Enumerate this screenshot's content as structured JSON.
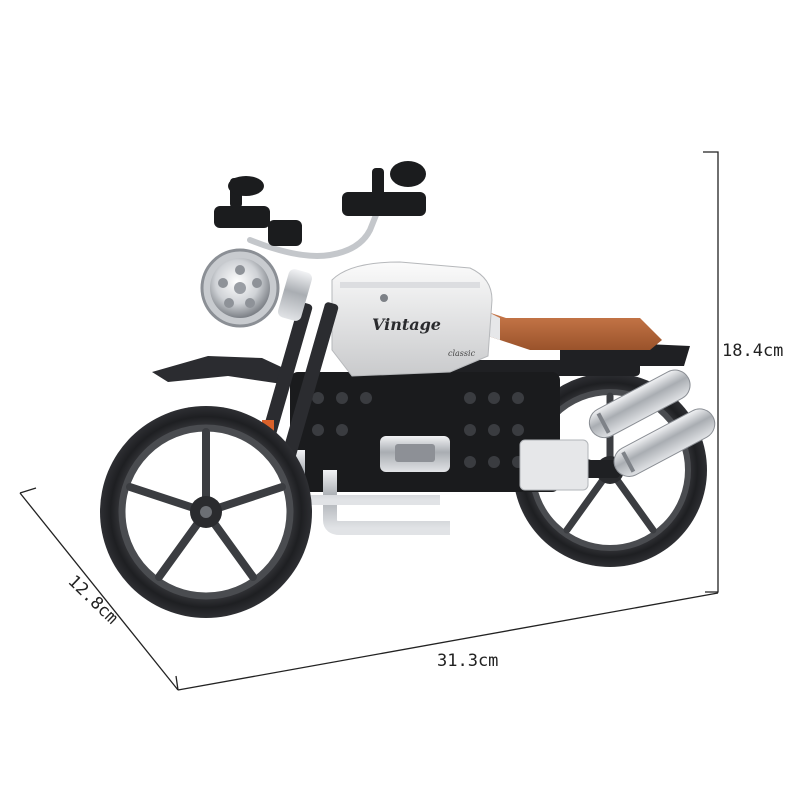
{
  "image": {
    "subject": "motorcycle-building-block-model",
    "tank_text": "Vintage",
    "tank_badge": "classic",
    "colors": {
      "tank": "#e9e9ea",
      "frame": "#1b1c1e",
      "seat": "#b5683a",
      "chrome": "#b9bcc0",
      "tire": "#2a2b2e",
      "accent": "#d9612a"
    }
  },
  "dimensions": {
    "height": "18.4cm",
    "length": "31.3cm",
    "depth": "12.8cm"
  }
}
